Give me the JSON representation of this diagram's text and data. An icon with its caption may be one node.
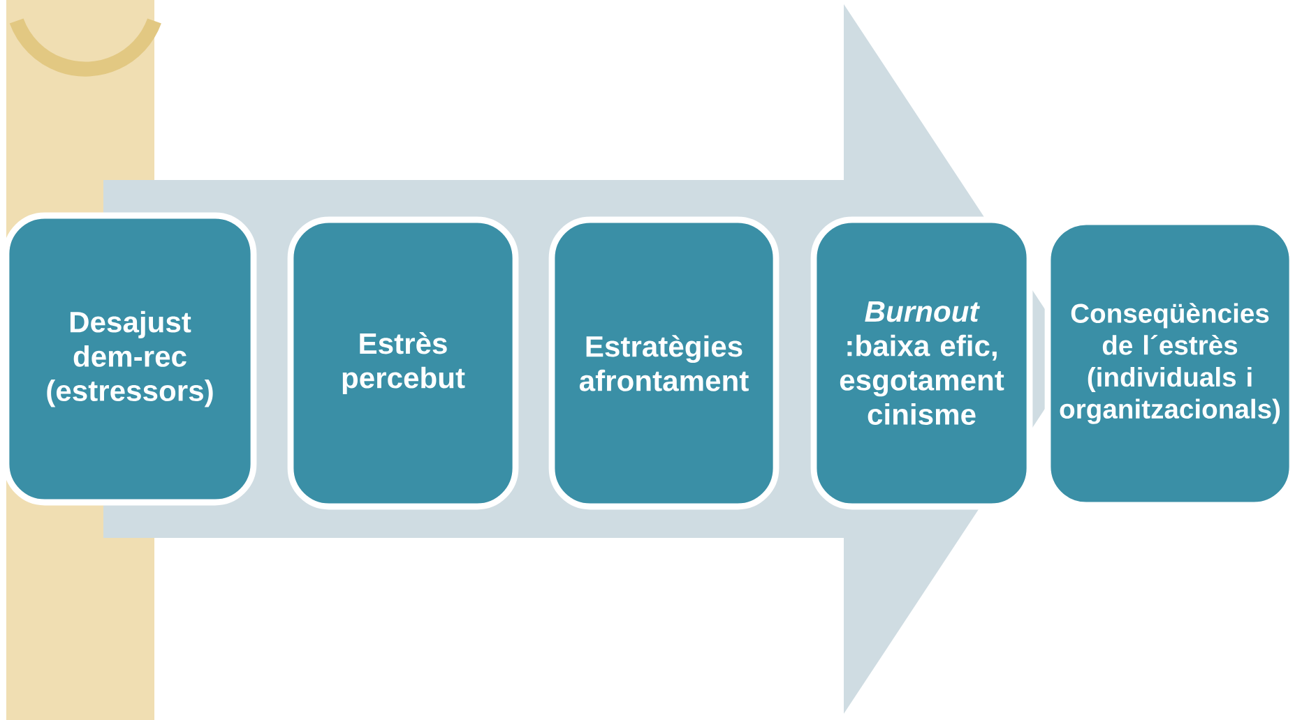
{
  "diagram": {
    "nodes": [
      {
        "text": [
          "Desajust dem-rec (estressors)"
        ]
      },
      {
        "text": [
          "Estrès percebut"
        ]
      },
      {
        "text": [
          "Estratègies afrontament"
        ]
      },
      {
        "text": [
          "*Burnout* :baixa efic, esgotament cinisme"
        ]
      },
      {
        "text": [
          "Conseqüències de l´estrès (individuals i organitzacionals)"
        ]
      }
    ],
    "edges": [
      {
        "from": 0,
        "to": 4,
        "arrow": "to",
        "style": "thick"
      }
    ]
  }
}
